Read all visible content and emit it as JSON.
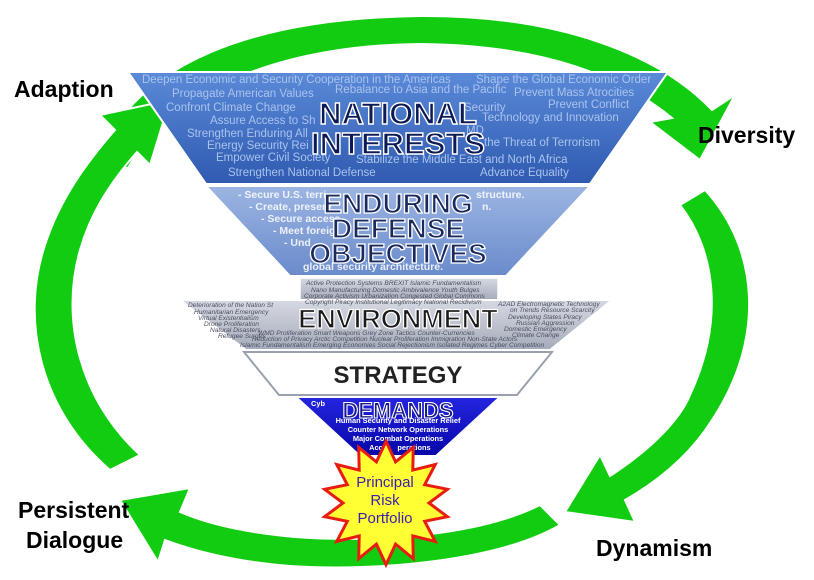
{
  "cycle_labels": {
    "adaption": "Adaption",
    "diversity": "Diversity",
    "dynamism": "Dynamism",
    "persistent": "Persistent",
    "dialogue": "Dialogue"
  },
  "national_interests": {
    "title_line1": "NATIONAL",
    "title_line2": "INTERESTS",
    "items": [
      "Deepen Economic and Security Cooperation in the Americas",
      "Shape the Global Economic Order",
      "Propagate American Values",
      "Rebalance to Asia and the Pacific",
      "Prevent Mass Atrocities",
      "Confront Climate Change",
      "Security",
      "Prevent Conflict",
      "Assure Access to Sh",
      "Technology and Innovation",
      "Strengthen Enduring All",
      "MD",
      "Energy Security Rei",
      "the Threat of Terrorism",
      "Empower Civil Society",
      "Stabilize the Middle East and North Africa",
      "Strengthen National Defense",
      "Advance Equality"
    ]
  },
  "defense_objectives": {
    "title_line1": "ENDURING",
    "title_line2": "DEFENSE",
    "title_line3": "OBJECTIVES",
    "items": [
      "- Secure U.S. terri",
      "structure.",
      "- Create, preserv",
      "n.",
      "- Secure access",
      "- Meet foreig",
      "- Und",
      "global security architecture."
    ]
  },
  "environment": {
    "title": "ENVIRONMENT",
    "items": [
      "Active Protection Systems BREXIT Islamic Fundamentalism",
      "Nano Manufacturing  Domestic Ambivalence  Youth Bulges",
      "Corporate Activism Urbanization Congested Global Commons",
      "Copyright Piracy Institutional Legitimacy National Recidivism",
      "Deterioration of the Nation St",
      "A2AD  Electromagnetic Technology",
      "Humanitarian Emergency",
      "on Trends Resource Scarcity",
      "Virtual Existentialism",
      "Developing States Piracy",
      "Drone Proliferation",
      "Russian Aggression",
      "Natural Disasters",
      "Domestic Emergency",
      "Refugee Surges",
      "Climate Change",
      "WMD Proliferation   Smart Weapons Grey Zone Tactics Counter-Currencies",
      "Reduction of Privacy  Arctic Competition  Nuclear Proliferation Immigration Non-State Actors",
      "Islamic Fundamentalism Emerging Economies Social Rejectionism Isolated Regimes Cyber Competition"
    ]
  },
  "strategy": {
    "title": "STRATEGY"
  },
  "demands": {
    "title": "DEMANDS",
    "items": [
      "Cyb",
      "Human Security and Disaster Relief",
      "Counter Network Operations",
      "Major Combat Operations",
      "Acces",
      "perations"
    ]
  },
  "risk": {
    "line1": "Principal",
    "line2": "Risk",
    "line3": "Portfolio"
  },
  "colors": {
    "arrow_green": "#11cc11",
    "national_blue": "#3f6fc4",
    "objectives_blue": "#7a9ad6",
    "environment_gray": "#b8bdc9",
    "demands_blue": "#0a0acc",
    "star_yellow": "#ffff33",
    "star_red": "#e81c10"
  }
}
